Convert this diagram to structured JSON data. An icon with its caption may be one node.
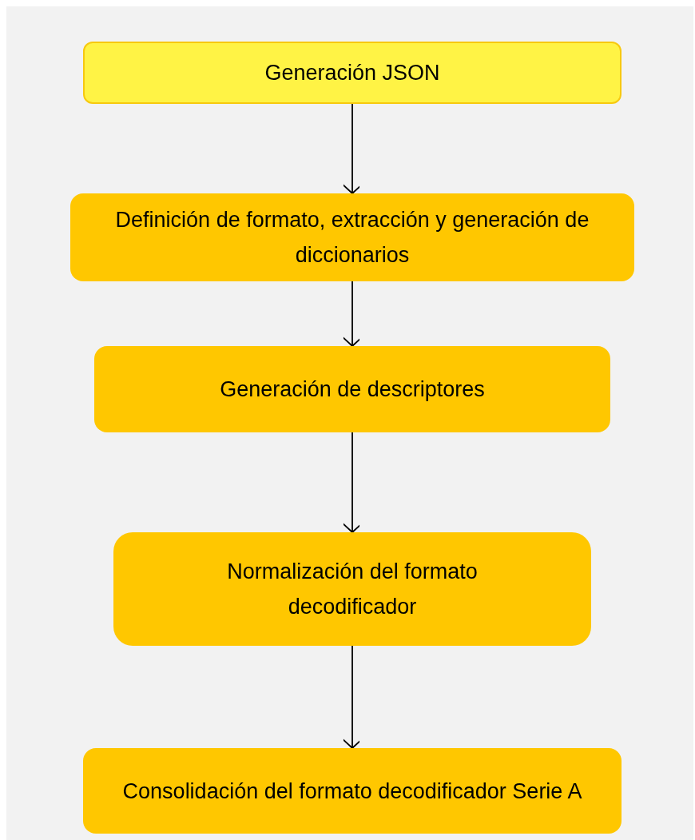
{
  "diagram": {
    "nodes": [
      {
        "text": [
          "Generación JSON"
        ]
      },
      {
        "text": [
          "Definición de formato, extracción y generación de diccionarios"
        ]
      },
      {
        "text": [
          "Generación de descriptores"
        ]
      },
      {
        "text": [
          "Normalización del formato decodificador"
        ]
      },
      {
        "text": [
          "Consolidación del formato decodificador Serie A"
        ]
      }
    ],
    "edges": [
      {
        "from": 0,
        "to": 1,
        "arrow": "to"
      },
      {
        "from": 1,
        "to": 2,
        "arrow": "to"
      },
      {
        "from": 2,
        "to": 3,
        "arrow": "to"
      },
      {
        "from": 3,
        "to": 4,
        "arrow": "to"
      }
    ]
  }
}
